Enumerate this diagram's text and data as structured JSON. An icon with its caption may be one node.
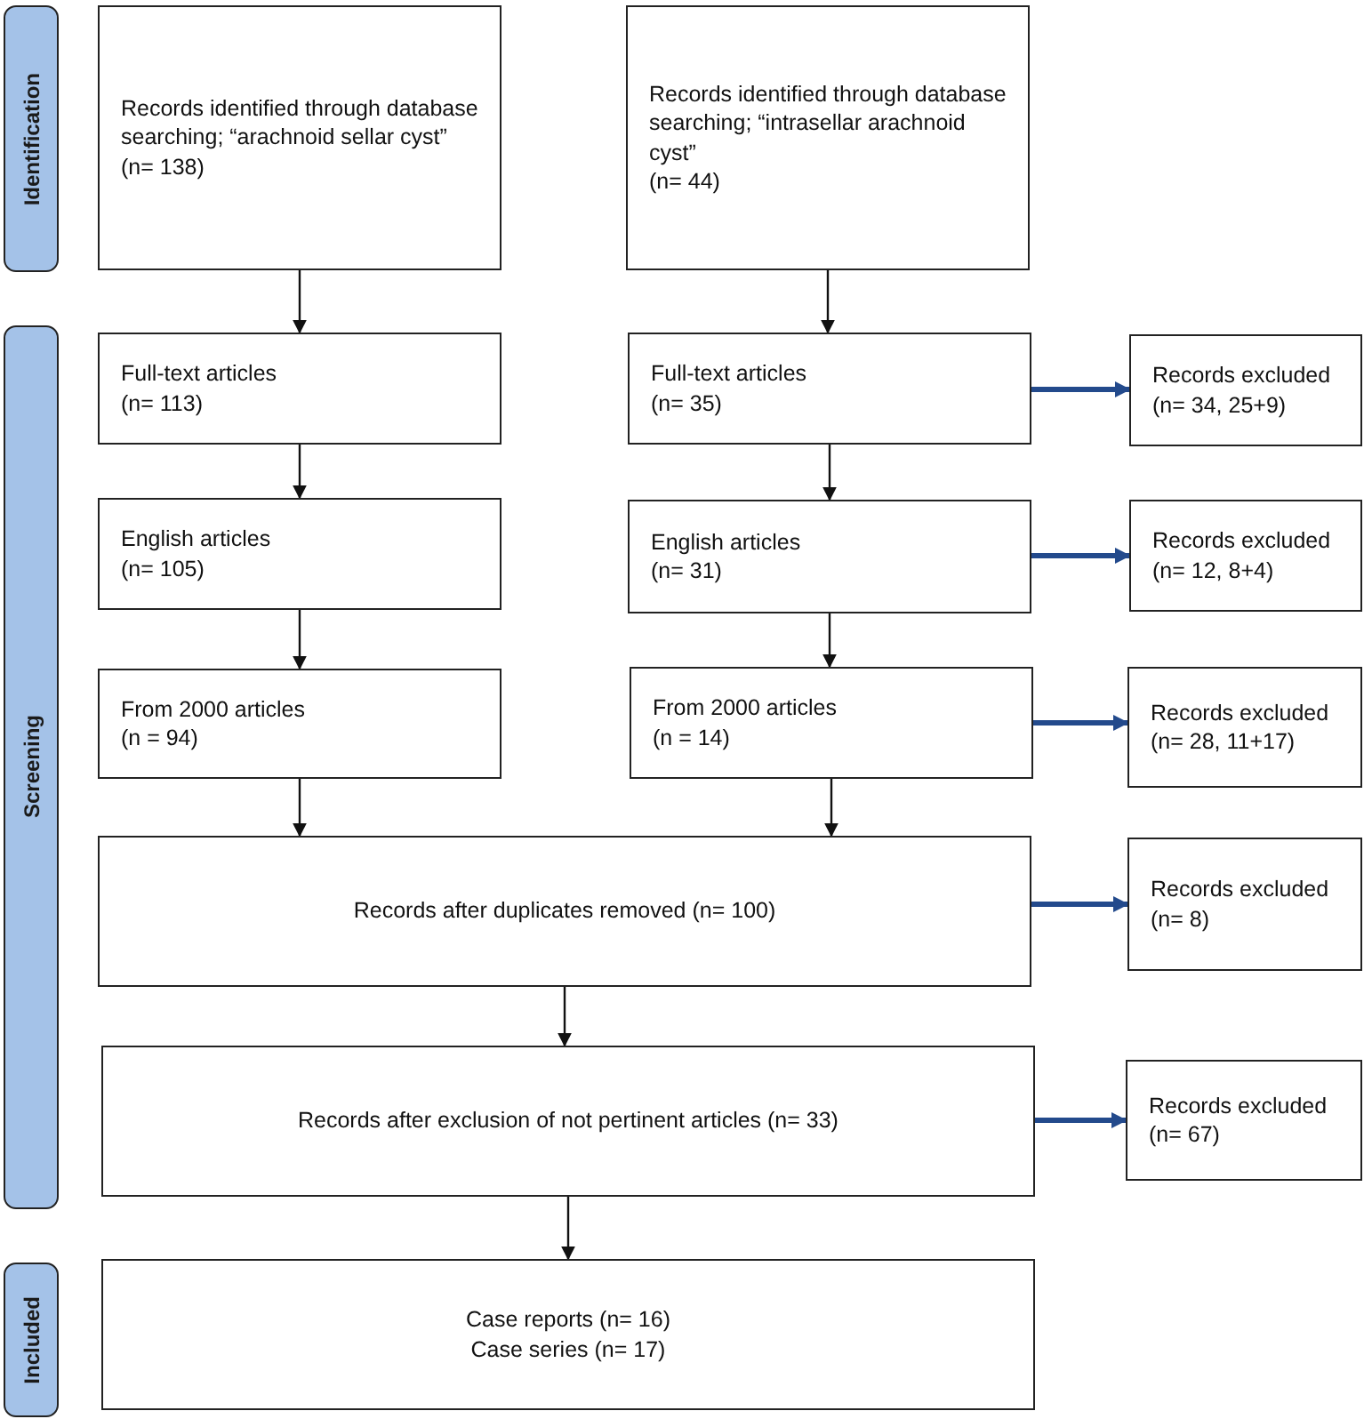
{
  "diagram": {
    "nodes": [
      {
        "text": [
          "Identification"
        ]
      },
      {
        "text": [
          "Screening"
        ]
      },
      {
        "text": [
          "Included"
        ]
      },
      {
        "text": [
          "Records identified through database searching; “arachnoid sellar cyst”",
          "(n= 138)"
        ]
      },
      {
        "text": [
          "Records identified through database searching; “intrasellar arachnoid cyst”",
          "(n= 44)"
        ]
      },
      {
        "text": [
          "Full-text articles",
          "(n= 113)"
        ]
      },
      {
        "text": [
          "Full-text articles",
          "(n= 35)"
        ]
      },
      {
        "text": [
          "Records excluded",
          "(n= 34, 25+9)"
        ]
      },
      {
        "text": [
          "English articles",
          "(n= 105)"
        ]
      },
      {
        "text": [
          "English articles",
          "(n= 31)"
        ]
      },
      {
        "text": [
          "Records excluded",
          "(n= 12, 8+4)"
        ]
      },
      {
        "text": [
          "From 2000 articles",
          "(n = 94)"
        ]
      },
      {
        "text": [
          "From 2000 articles",
          "(n = 14)"
        ]
      },
      {
        "text": [
          "Records excluded",
          "(n= 28, 11+17)"
        ]
      },
      {
        "text": [
          "Records after duplicates removed (n= 100)"
        ]
      },
      {
        "text": [
          "Records excluded",
          "(n= 8)"
        ]
      },
      {
        "text": [
          "Records after exclusion of not pertinent articles (n= 33)"
        ]
      },
      {
        "text": [
          "Records excluded",
          "(n= 67)"
        ]
      },
      {
        "text": [
          "Case reports (n= 16)",
          "Case series (n= 17)"
        ]
      }
    ],
    "edges": [
      {
        "from": 3,
        "to": 5,
        "arrow": "to"
      },
      {
        "from": 4,
        "to": 6,
        "arrow": "to"
      },
      {
        "from": 6,
        "to": 7,
        "arrow": "to",
        "style": "thick",
        "color": "#234a8c"
      },
      {
        "from": 5,
        "to": 8,
        "arrow": "to"
      },
      {
        "from": 6,
        "to": 9,
        "arrow": "to"
      },
      {
        "from": 9,
        "to": 10,
        "arrow": "to",
        "style": "thick",
        "color": "#234a8c"
      },
      {
        "from": 8,
        "to": 11,
        "arrow": "to"
      },
      {
        "from": 9,
        "to": 12,
        "arrow": "to"
      },
      {
        "from": 12,
        "to": 13,
        "arrow": "to",
        "style": "thick",
        "color": "#234a8c"
      },
      {
        "from": 11,
        "to": 14,
        "arrow": "to"
      },
      {
        "from": 12,
        "to": 14,
        "arrow": "to"
      },
      {
        "from": 14,
        "to": 15,
        "arrow": "to",
        "style": "thick",
        "color": "#234a8c"
      },
      {
        "from": 14,
        "to": 16,
        "arrow": "to"
      },
      {
        "from": 16,
        "to": 17,
        "arrow": "to",
        "style": "thick",
        "color": "#234a8c"
      },
      {
        "from": 16,
        "to": 18,
        "arrow": "to"
      }
    ]
  }
}
